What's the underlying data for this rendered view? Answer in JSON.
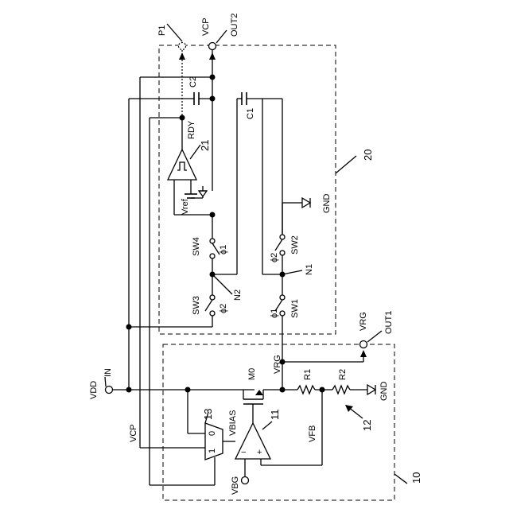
{
  "labels": {
    "p1": "P1",
    "vcp_top": "VCP",
    "out2": "OUT2",
    "c2": "C2",
    "c1": "C1",
    "rdy": "RDY",
    "ref21": "21",
    "vref": "Vref",
    "ref20": "20",
    "gnd_top": "GND",
    "sw4": "SW4",
    "phi1_sw4": "ϕ1",
    "sw2": "SW2",
    "phi2_sw2": "ϕ2",
    "n1": "N1",
    "n2": "N2",
    "sw3": "SW3",
    "phi2_sw3": "ϕ2",
    "sw1": "SW1",
    "phi1_sw1": "ϕ1",
    "vrg_out": "VRG",
    "out1": "OUT1",
    "vrg_line": "VRG",
    "vdd": "VDD",
    "in": "IN",
    "m0": "M0",
    "r1": "R1",
    "r2": "R2",
    "gnd_bottom": "GND",
    "ref13": "13",
    "vbias": "VBIAS",
    "ref11": "11",
    "ref12": "12",
    "mux_0": "0",
    "mux_1": "1",
    "vcp_left": "VCP",
    "vfb": "VFB",
    "vbg": "VBG",
    "ref10": "10",
    "opamp_minus": "−",
    "opamp_plus": "+"
  }
}
